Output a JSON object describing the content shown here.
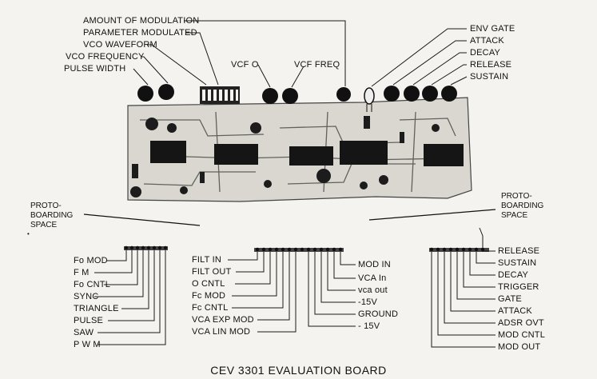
{
  "title": "CEV 3301 EVALUATION BOARD",
  "proto_left": "PROTO-\nBOARDING\nSPACE",
  "proto_right": "PROTO-\nBOARDING\nSPACE",
  "top_labels": {
    "amount_of_modulation": "AMOUNT OF MODULATION",
    "parameter_modulated": "PARAMETER MODULATED",
    "vco_waveform": "VCO WAVEFORM",
    "vco_frequency": "VCO FREQUENCY",
    "pulse_width": "PULSE WIDTH",
    "vcf_o": "VCF O",
    "vcf_freq": "VCF FREQ",
    "env_gate": "ENV GATE",
    "attack": "ATTACK",
    "decay": "DECAY",
    "release": "RELEASE",
    "sustain": "SUSTAIN"
  },
  "left_connector": [
    "Fo MOD",
    "F M",
    "Fo CNTL",
    "SYNC",
    "TRIANGLE",
    "PULSE",
    "SAW",
    "P W M"
  ],
  "middle_connector_left": [
    "FILT IN",
    "FILT OUT",
    "O CNTL",
    "Fc MOD",
    "Fc CNTL",
    "VCA EXP MOD",
    "VCA LIN MOD"
  ],
  "middle_connector_right": [
    "MOD IN",
    "VCA In",
    "vca out",
    "-15V",
    "GROUND",
    "- 15V"
  ],
  "right_connector": [
    "RELEASE",
    "SUSTAIN",
    "DECAY",
    "TRIGGER",
    "GATE",
    "ATTACK",
    "ADSR OVT",
    "MOD CNTL",
    "MOD OUT"
  ]
}
